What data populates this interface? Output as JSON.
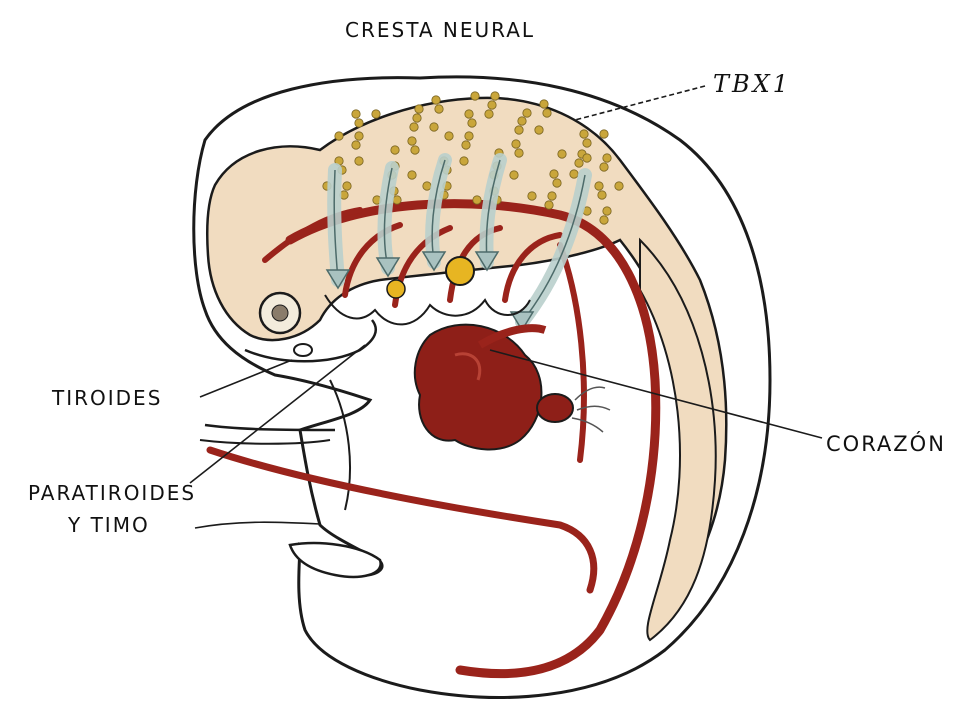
{
  "colors": {
    "tissue": "#f1dcc0",
    "vessel": "#9a231b",
    "vessel_dark": "#7a1612",
    "neural_crest_dot": "#c9a63b",
    "arrow": "#b9cfcc",
    "outline": "#1b1b1b"
  },
  "labels": {
    "cresta": "CRESTA NEURAL",
    "tbx": "TBX1",
    "tiroides": "TIROIDES",
    "corazon": "CORAZÓN",
    "para_line1": "PARATIROIDES",
    "para_line2": "Y TIMO"
  }
}
